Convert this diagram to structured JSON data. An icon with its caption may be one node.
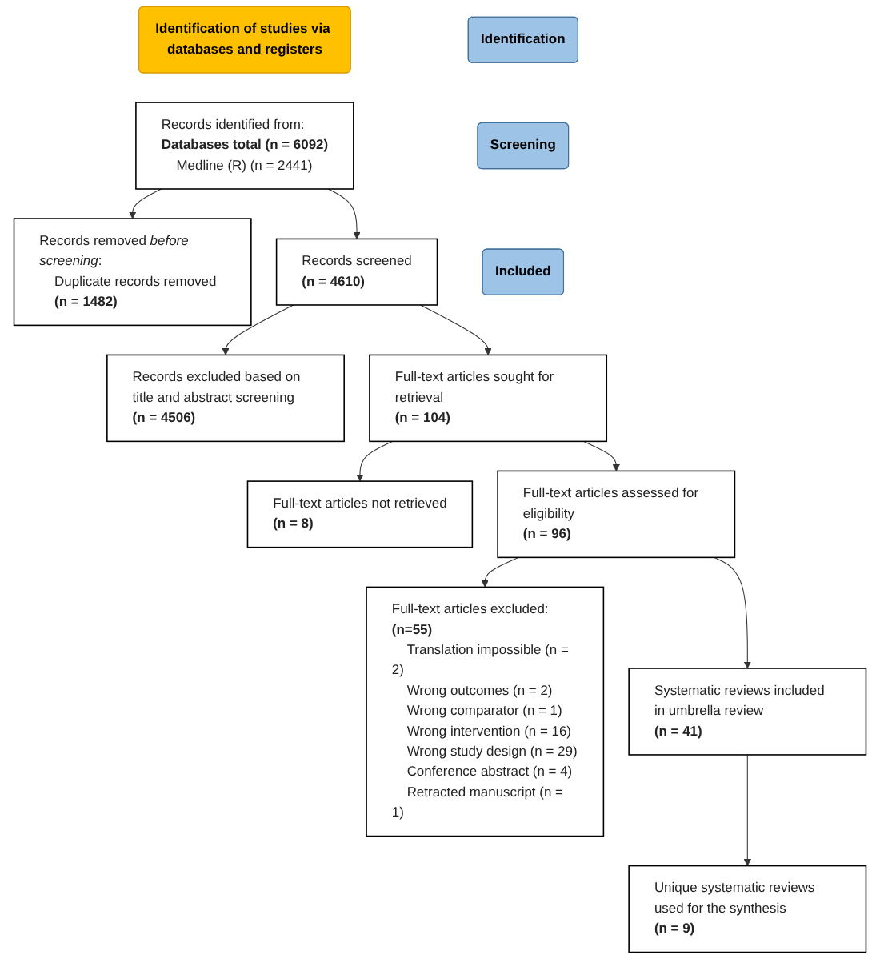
{
  "diagram": {
    "nodes": [
      {
        "text": [
          "Identification of studies via databases and registers"
        ]
      },
      {
        "text": [
          "Identification"
        ]
      },
      {
        "text": [
          "Records identified from:",
          "Databases total (n = 6092)",
          "Medline (R) (n = 2441)"
        ]
      },
      {
        "text": [
          "Records removed *before screening*:",
          "Duplicate records removed",
          "(n = 1482)"
        ]
      },
      {
        "text": [
          "Screening"
        ]
      },
      {
        "text": [
          "Records screened",
          "(n = 4610)"
        ]
      },
      {
        "text": [
          "Records excluded based on title and abstract screening",
          "(n = 4506)"
        ]
      },
      {
        "text": [
          "Full-text articles sought for retrieval",
          "(n = 104)"
        ]
      },
      {
        "text": [
          "Full-text articles not retrieved",
          "(n = 8)"
        ]
      },
      {
        "text": [
          "Full-text articles assessed for eligibility",
          "(n = 96)"
        ]
      },
      {
        "text": [
          "Full-text articles excluded:",
          "(n=55)",
          "Translation impossible (n = 2)",
          "Wrong outcomes (n = 2)",
          "Wrong comparator (n = 1)",
          "Wrong intervention (n = 16)",
          "Wrong study design (n = 29)",
          "Conference abstract (n = 4)",
          "Retracted manuscript (n = 1)"
        ]
      },
      {
        "text": [
          "Included"
        ]
      },
      {
        "text": [
          "Systematic reviews included in umbrella review",
          "(n = 41)"
        ]
      },
      {
        "text": [
          "Unique systematic reviews used for the synthesis",
          "(n = 9)"
        ]
      }
    ],
    "edges": [
      {
        "from": 2,
        "to": 3,
        "arrow": "to"
      },
      {
        "from": 2,
        "to": 5,
        "arrow": "to"
      },
      {
        "from": 5,
        "to": 6,
        "arrow": "to"
      },
      {
        "from": 5,
        "to": 7,
        "arrow": "to"
      },
      {
        "from": 7,
        "to": 8,
        "arrow": "to"
      },
      {
        "from": 7,
        "to": 9,
        "arrow": "to"
      },
      {
        "from": 9,
        "to": 10,
        "arrow": "to"
      },
      {
        "from": 9,
        "to": 12,
        "arrow": "to"
      },
      {
        "from": 12,
        "to": 13,
        "arrow": "to"
      }
    ]
  }
}
